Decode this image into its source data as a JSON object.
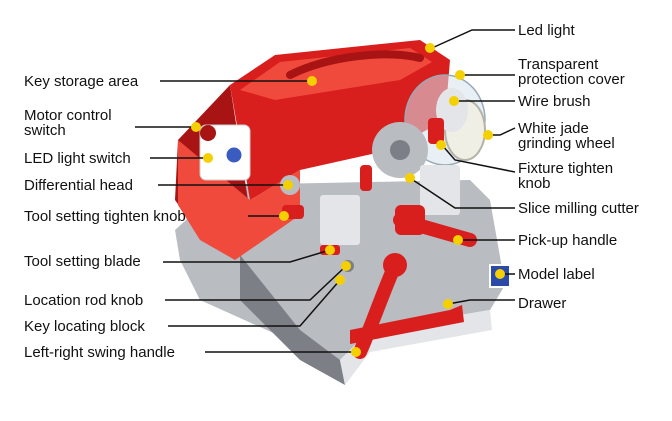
{
  "colors": {
    "body_red": "#d91e1e",
    "body_red_dark": "#a81414",
    "body_red_light": "#f04a3c",
    "metal": "#b9bcc0",
    "metal_dark": "#7c8086",
    "metal_light": "#e3e5e8",
    "leader_line": "#111111",
    "callout_dot": "#f5d000",
    "label_text": "#111111",
    "background": "#ffffff"
  },
  "labels": {
    "led_light": "Led light",
    "transparent_cover_1": "Transparent",
    "transparent_cover_2": "protection cover",
    "wire_brush": "Wire brush",
    "grinding_wheel_1": "White jade",
    "grinding_wheel_2": "grinding wheel",
    "fixture_knob_1": "Fixture tighten",
    "fixture_knob_2": "knob",
    "milling_cutter": "Slice milling cutter",
    "pickup_handle": "Pick-up handle",
    "model_label": "Model label",
    "drawer": "Drawer",
    "key_storage": "Key storage area",
    "motor_switch_1": "Motor control",
    "motor_switch_2": "switch",
    "led_switch": "LED light switch",
    "differential_head": "Differential head",
    "tool_knob": "Tool setting tighten knob",
    "tool_blade": "Tool setting blade",
    "location_knob": "Location rod knob",
    "key_block": "Key locating block",
    "swing_handle": "Left-right swing handle"
  }
}
